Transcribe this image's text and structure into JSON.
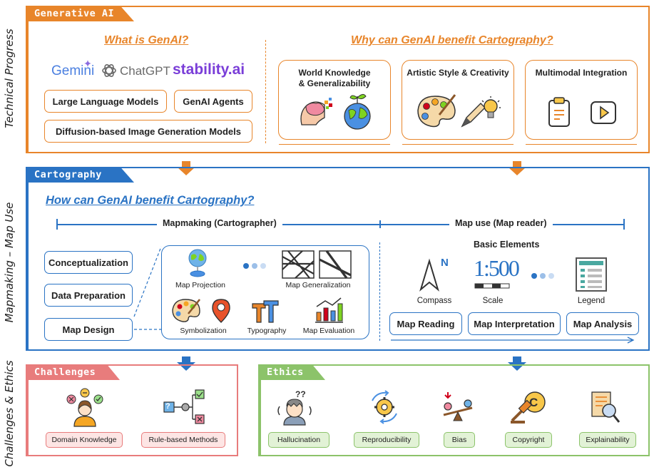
{
  "side_labels": {
    "technical": "Technical Progress",
    "mapmaking": "Mapmaking – Map Use",
    "challenges": "Challenges & Ethics"
  },
  "genai": {
    "tag": "Generative AI",
    "what_heading": "What is GenAI?",
    "why_heading": "Why can GenAI benefit Cartography?",
    "logos": {
      "gemini": "Gemini",
      "chatgpt": "ChatGPT",
      "stability": "stability.ai"
    },
    "concepts": [
      "Large Language Models",
      "GenAI Agents",
      "Diffusion-based Image Generation Models"
    ],
    "benefits": [
      {
        "line1": "World Knowledge",
        "line2": "& Generalizability"
      },
      {
        "line1": "Artistic Style & Creativity",
        "line2": ""
      },
      {
        "line1": "Multimodal Integration",
        "line2": ""
      }
    ]
  },
  "cartography": {
    "tag": "Cartography",
    "heading": "How can GenAI benefit Cartography?",
    "mapmaking_label": "Mapmaking (Cartographer)",
    "mapuse_label": "Map use (Map reader)",
    "steps": [
      "Conceptualization",
      "Data Preparation",
      "Map Design"
    ],
    "design_items": {
      "projection": "Map Projection",
      "generalization": "Map Generalization",
      "symbolization": "Symbolization",
      "typography": "Typography",
      "evaluation": "Map Evaluation"
    },
    "basic_elements": {
      "title": "Basic Elements",
      "compass": "Compass",
      "compass_letter": "N",
      "scale": "Scale",
      "scale_value": "1:500",
      "legend": "Legend"
    },
    "map_use_tasks": [
      "Map Reading",
      "Map Interpretation",
      "Map Analysis"
    ]
  },
  "challenges": {
    "tag": "Challenges",
    "items": [
      "Domain Knowledge",
      "Rule-based Methods"
    ]
  },
  "ethics": {
    "tag": "Ethics",
    "items": [
      "Hallucination",
      "Reproducibility",
      "Bias",
      "Copyright",
      "Explainability"
    ]
  },
  "colors": {
    "orange": "#e8852a",
    "blue": "#2a73c4",
    "red": "#e87c7c",
    "green": "#8cc36a"
  }
}
